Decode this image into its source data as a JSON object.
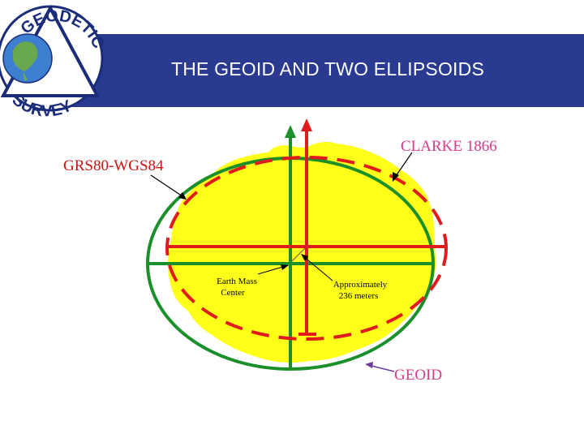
{
  "slide": {
    "title": "THE GEOID AND TWO ELLIPSOIDS"
  },
  "logo": {
    "text_top": "GEODETIC",
    "text_bottom": "SURVEY"
  },
  "labels": {
    "grs80": "GRS80-WGS84",
    "clarke": "CLARKE 1866",
    "earth_mass_line1": "Earth Mass",
    "earth_mass_line2": "Center",
    "approx_line1": "Approximately",
    "approx_line2": "236 meters",
    "geoid": "GEOID"
  },
  "colors": {
    "header": "#2a3a90",
    "geoid_fill": "#ffff1a",
    "grs80_ellipse": "#1a8f2a",
    "clarke_ellipse": "#e01b1b",
    "clarke_label": "#d63a8a",
    "geoid_label": "#d63a8a",
    "grs80_label": "#cc1111"
  }
}
